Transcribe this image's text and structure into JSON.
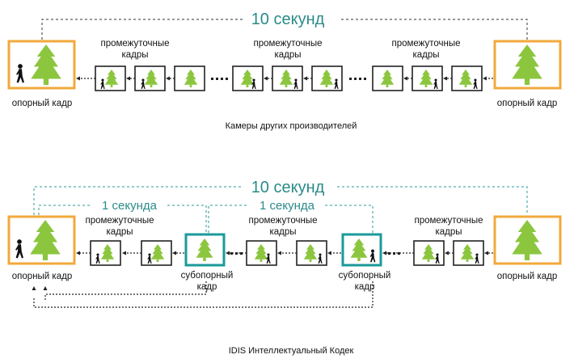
{
  "colors": {
    "keyframe_border": "#f2a93b",
    "subkey_border": "#1a9a9a",
    "tree": "#8cc63f",
    "teal_text": "#2b8a8a"
  },
  "top": {
    "duration_label": "10 секунд",
    "keyframe_label": "опорный кадр",
    "intermediate_label": "промежуточные\nкадры",
    "caption": "Камеры других производителей"
  },
  "bottom": {
    "duration_label": "10 секунд",
    "second_label": "1 секунда",
    "keyframe_label": "опорный кадр",
    "subkey_label": "субопорный\nкадр",
    "intermediate_label": "промежуточные\nкадры",
    "caption": "IDIS Интеллектуальный Кодек"
  },
  "icons": [
    "tree-icon",
    "walking-person-icon"
  ]
}
